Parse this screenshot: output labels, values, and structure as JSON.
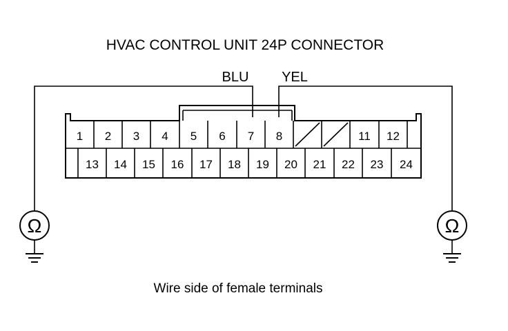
{
  "title": "HVAC CONTROL UNIT 24P CONNECTOR",
  "caption": "Wire side of female terminals",
  "wires": [
    {
      "label": "BLU",
      "pin": "7"
    },
    {
      "label": "YEL",
      "pin": "8"
    }
  ],
  "top_row": [
    "1",
    "2",
    "3",
    "4",
    "5",
    "6",
    "7",
    "8",
    "",
    "",
    "11",
    "12"
  ],
  "bottom_row": [
    "13",
    "14",
    "15",
    "16",
    "17",
    "18",
    "19",
    "20",
    "21",
    "22",
    "23",
    "24"
  ],
  "empty_pins": [
    "9",
    "10"
  ],
  "meter_symbol": "Ω",
  "icons": [
    "ohmmeter-icon",
    "ground-icon"
  ]
}
